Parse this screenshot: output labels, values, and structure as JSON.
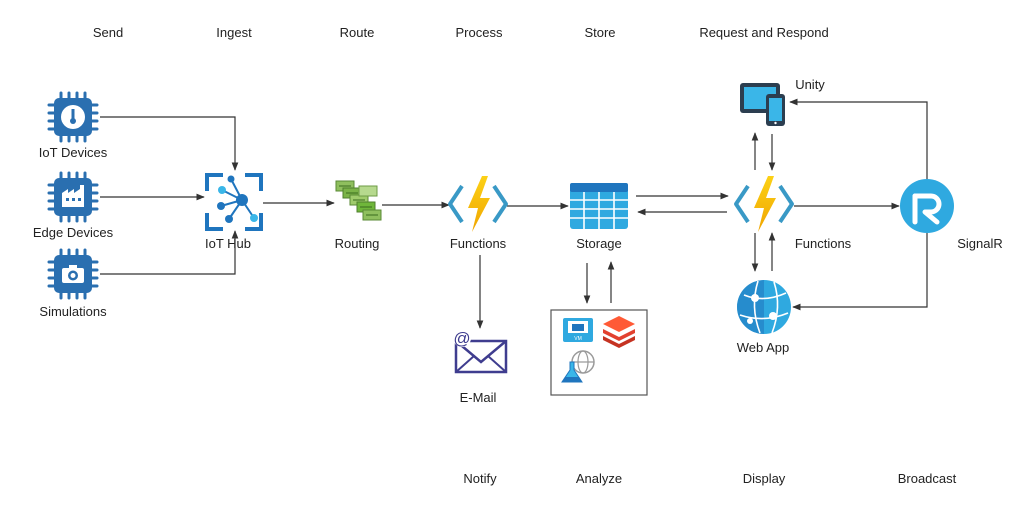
{
  "stages_top": {
    "send": "Send",
    "ingest": "Ingest",
    "route": "Route",
    "process": "Process",
    "store": "Store",
    "request_respond": "Request and Respond"
  },
  "stages_bottom": {
    "notify": "Notify",
    "analyze": "Analyze",
    "display": "Display",
    "broadcast": "Broadcast"
  },
  "nodes": {
    "iot_devices": "IoT Devices",
    "edge_devices": "Edge Devices",
    "simulations": "Simulations",
    "iot_hub": "IoT Hub",
    "routing": "Routing",
    "functions_process": "Functions",
    "storage": "Storage",
    "email": "E-Mail",
    "unity": "Unity",
    "functions_respond": "Functions",
    "web_app": "Web App",
    "signalr": "SignalR"
  },
  "analytics_icons": {
    "vm_badge": "VM"
  },
  "colors": {
    "azure_blue": "#1f75be",
    "chip_blue": "#2a6fb0",
    "light_blue": "#3ab6e8",
    "bolt_yellow": "#f5c518",
    "arrow": "#333333",
    "red": "#e2412f",
    "routing_green": "#6fb63a",
    "email_purple": "#3f3d8f"
  }
}
